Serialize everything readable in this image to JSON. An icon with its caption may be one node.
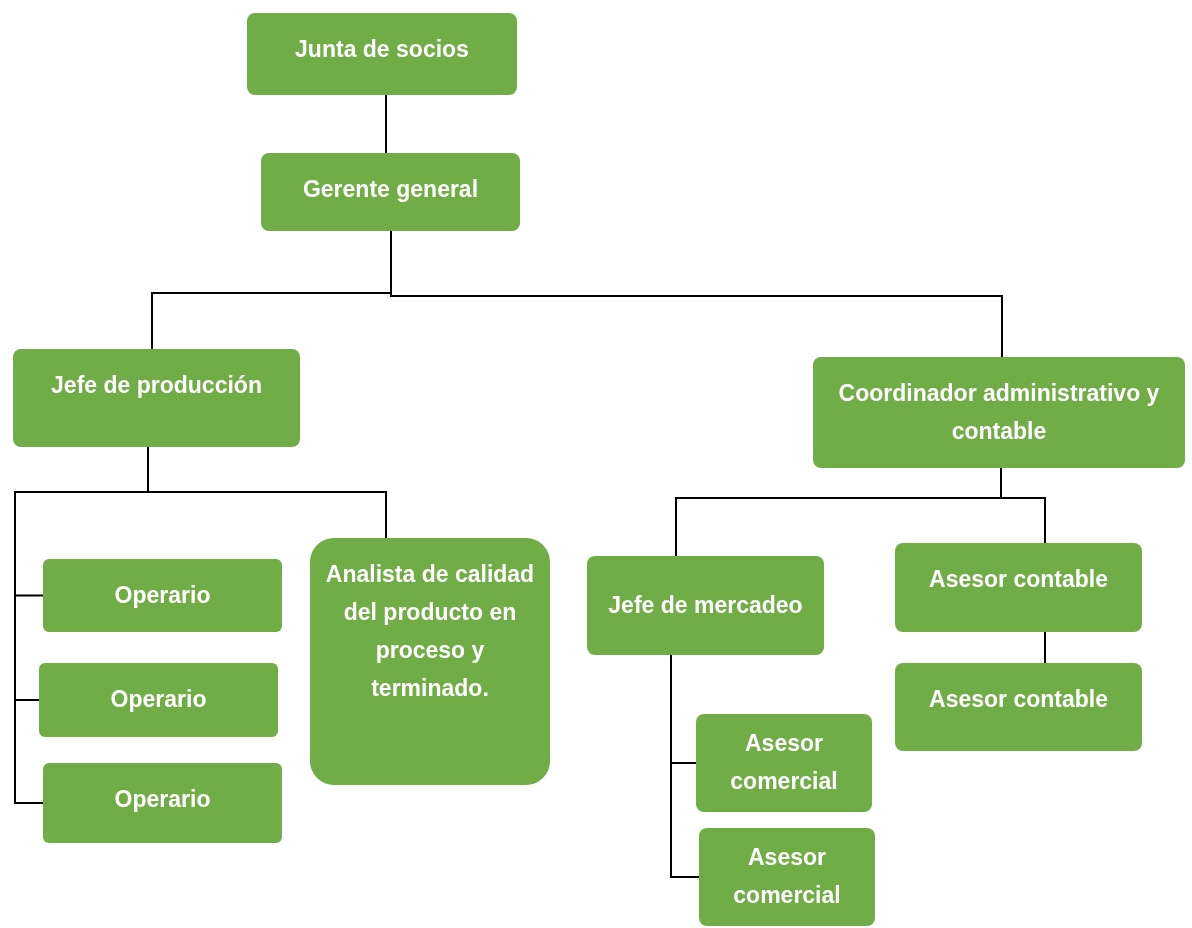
{
  "diagram": {
    "nodes": [
      {
        "text": [
          "Junta de socios"
        ]
      },
      {
        "text": [
          "Gerente general"
        ]
      },
      {
        "text": [
          "Jefe de producción"
        ]
      },
      {
        "text": [
          "Coordinador administrativo y contable"
        ]
      },
      {
        "text": [
          "Operario"
        ]
      },
      {
        "text": [
          "Operario"
        ]
      },
      {
        "text": [
          "Operario"
        ]
      },
      {
        "text": [
          "Analista de calidad del producto en proceso y terminado."
        ]
      },
      {
        "text": [
          "Jefe de mercadeo"
        ]
      },
      {
        "text": [
          "Asesor contable"
        ]
      },
      {
        "text": [
          "Asesor contable"
        ]
      },
      {
        "text": [
          "Asesor comercial"
        ]
      },
      {
        "text": [
          "Asesor comercial"
        ]
      }
    ],
    "edges": [
      {
        "from": 0,
        "to": 1,
        "arrow": "none"
      },
      {
        "from": 1,
        "to": 2,
        "arrow": "none"
      },
      {
        "from": 1,
        "to": 3,
        "arrow": "none"
      },
      {
        "from": 2,
        "to": 4,
        "arrow": "none"
      },
      {
        "from": 2,
        "to": 5,
        "arrow": "none"
      },
      {
        "from": 2,
        "to": 6,
        "arrow": "none"
      },
      {
        "from": 2,
        "to": 7,
        "arrow": "none"
      },
      {
        "from": 3,
        "to": 8,
        "arrow": "none"
      },
      {
        "from": 3,
        "to": 9,
        "arrow": "none"
      },
      {
        "from": 9,
        "to": 10,
        "arrow": "none"
      },
      {
        "from": 8,
        "to": 11,
        "arrow": "none"
      },
      {
        "from": 8,
        "to": 12,
        "arrow": "none"
      }
    ]
  }
}
